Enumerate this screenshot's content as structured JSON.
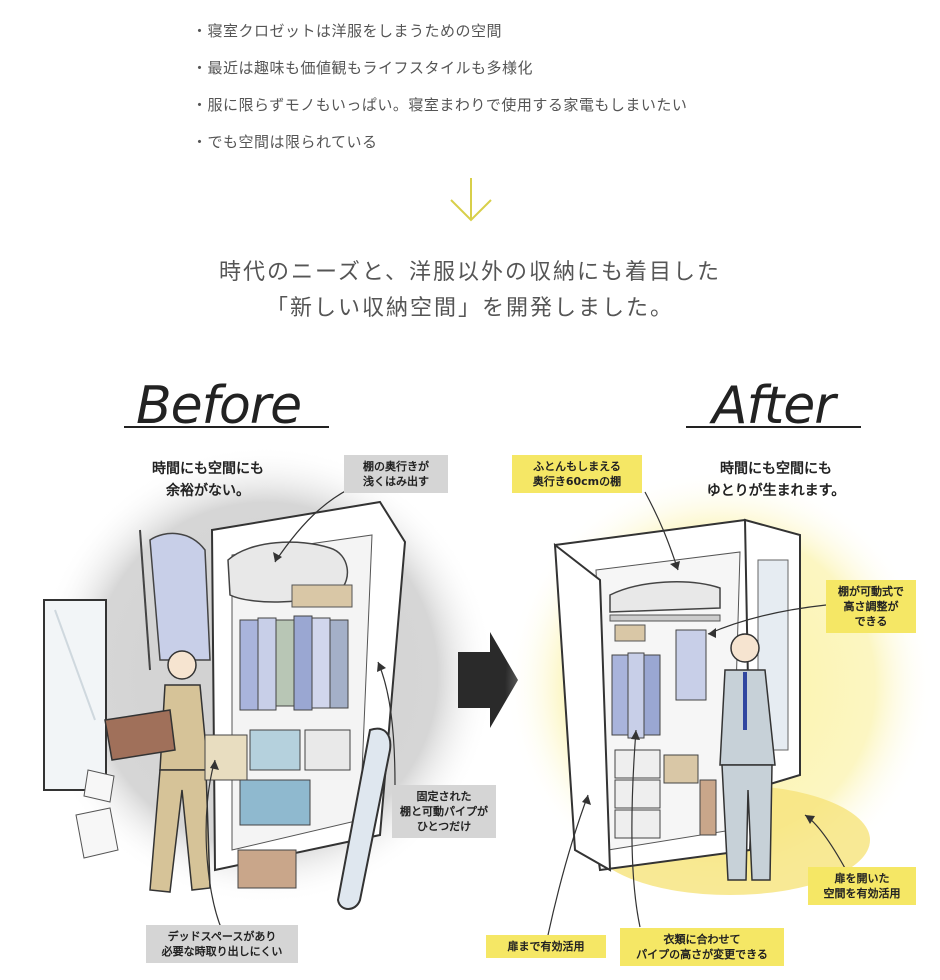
{
  "intro": {
    "bullets": [
      "・寝室クロゼットは洋服をしまうための空間",
      "・最近は趣味も価値観もライフスタイルも多様化",
      "・服に限らずモノもいっぱい。寝室まわりで使用する家電もしまいたい",
      "・でも空間は限られている"
    ]
  },
  "headline": {
    "line1": "時代のニーズと、洋服以外の収納にも着目した",
    "line2": "「新しい収納空間」を開発しました。"
  },
  "before": {
    "title": "Before",
    "caption_line1": "時間にも空間にも",
    "caption_line2": "余裕がない。",
    "labels": {
      "shallow_line1": "棚の奥行きが",
      "shallow_line2": "浅くはみ出す",
      "fixed_line1": "固定された",
      "fixed_line2": "棚と可動パイプが",
      "fixed_line3": "ひとつだけ",
      "dead_line1": "デッドスペースがあり",
      "dead_line2": "必要な時取り出しにくい"
    }
  },
  "after": {
    "title": "After",
    "caption_line1": "時間にも空間にも",
    "caption_line2": "ゆとりが生まれます。",
    "labels": {
      "futon_line1": "ふとんもしまえる",
      "futon_line2": "奥行き60cmの棚",
      "movable_line1": "棚が可動式で",
      "movable_line2": "高さ調整が",
      "movable_line3": "できる",
      "door_use": "扉まで有効活用",
      "pipe_line1": "衣類に合わせて",
      "pipe_line2": "パイプの高さが変更できる",
      "open_door_line1": "扉を開いた",
      "open_door_line2": "空間を有効活用"
    }
  },
  "colors": {
    "accent_arrow": "#d8cf4a",
    "label_yellow": "#f5e765",
    "label_gray": "#d5d5d5",
    "glow_yellow": "#fbf3a6",
    "shadow_gray": "#d0d0d0"
  },
  "icons": {
    "down_arrow": "down-arrow-icon",
    "right_arrow": "right-arrow-icon"
  }
}
